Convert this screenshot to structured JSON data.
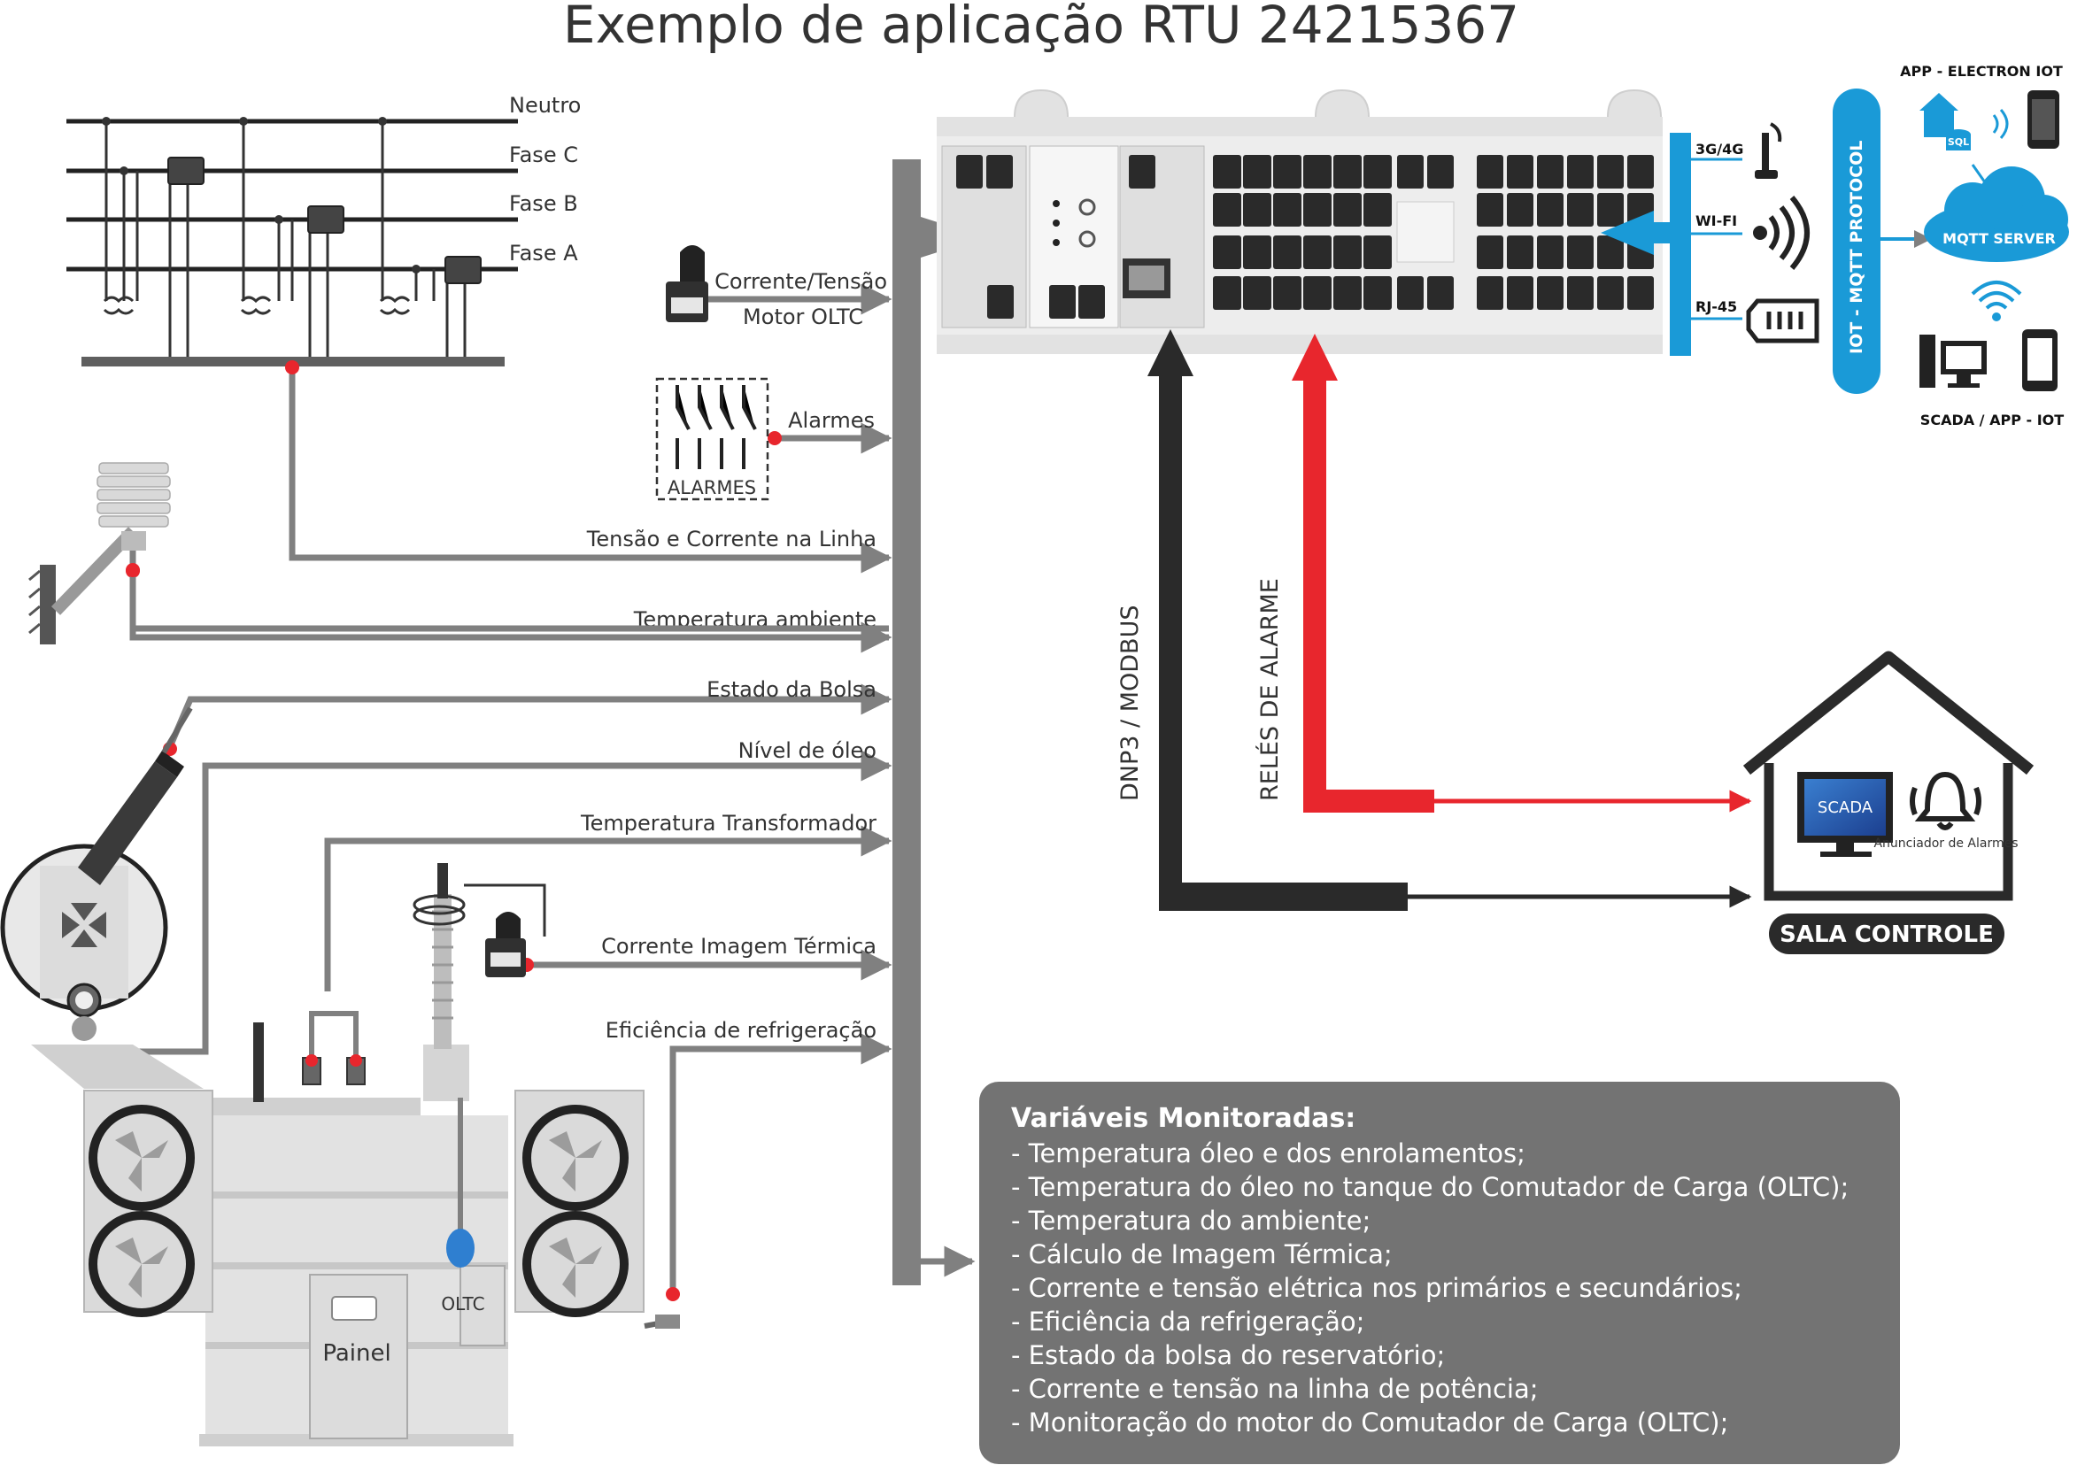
{
  "title": "Exemplo de aplicação RTU 24215367",
  "phases": [
    "Neutro",
    "Fase C",
    "Fase B",
    "Fase A"
  ],
  "inputs": [
    "Corrente/Tensão",
    "Motor OLTC",
    "Alarmes",
    "Tensão e Corrente na Linha",
    "Temperatura ambiente",
    "Estado da Bolsa",
    "Nível de óleo",
    "Temperatura Transformador",
    "Corrente Imagem Térmica",
    "Eficiência de refrigeração"
  ],
  "alarm_box_label": "ALARMES",
  "transformer": {
    "panel_label": "Painel",
    "oltc_label": "OLTC"
  },
  "links": {
    "dnp3": "DNP3 / MODBUS",
    "relays": "RELÉS DE ALARME"
  },
  "comms": {
    "cellular": "3G/4G",
    "wifi": "WI-FI",
    "ethernet": "RJ-45",
    "protocol": "IOT - MQTT PROTOCOL"
  },
  "cloud": {
    "app_title": "APP - ELECTRON IOT",
    "server": "MQTT SERVER",
    "sql": "SQL",
    "clients": "SCADA / APP - IOT"
  },
  "control_room": {
    "label": "SALA CONTROLE",
    "scada": "SCADA",
    "annunciator": "Anunciador de Alarmes"
  },
  "monitored": {
    "title": "Variáveis Monitoradas:",
    "items": [
      "- Temperatura óleo e dos enrolamentos;",
      "- Temperatura do óleo no tanque do Comutador de Carga (OLTC);",
      "- Temperatura do ambiente;",
      "- Cálculo de Imagem Térmica;",
      "- Corrente e tensão elétrica nos primários e secundários;",
      "- Eficiência da refrigeração;",
      "- Estado da bolsa do reservatório;",
      "- Corrente e tensão na linha de potência;",
      "- Monitoração do motor do Comutador de Carga (OLTC);"
    ]
  },
  "colors": {
    "bus": "#808080",
    "red": "#e8262d",
    "black": "#2a2a2a",
    "blue": "#1a9ad7",
    "box": "#737373"
  }
}
